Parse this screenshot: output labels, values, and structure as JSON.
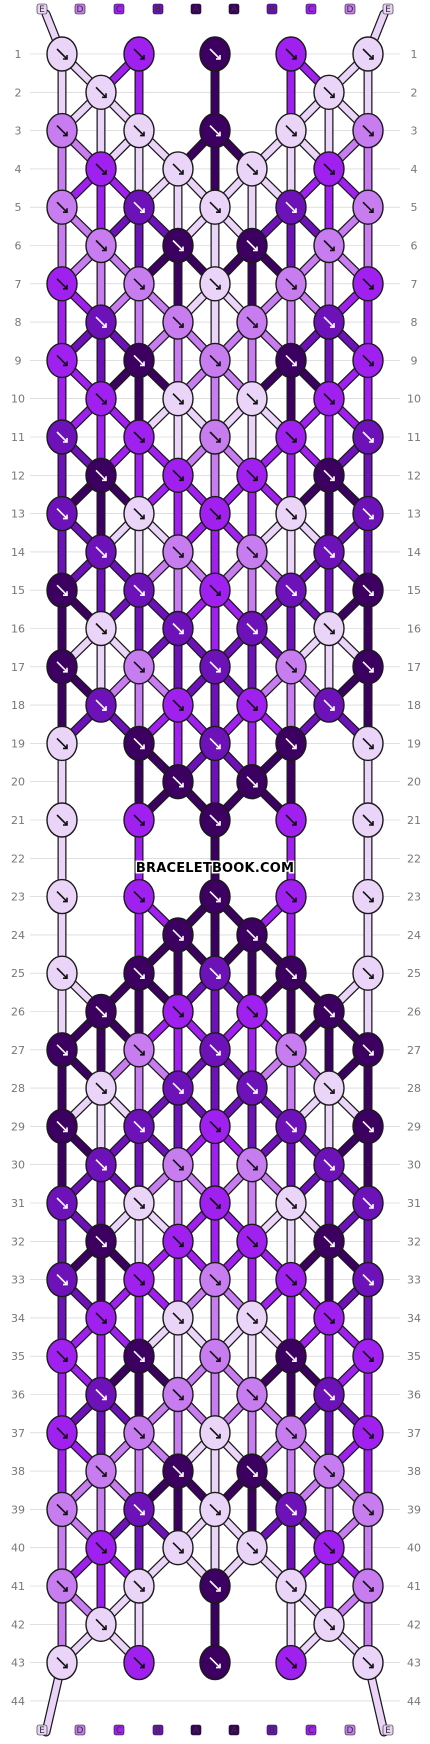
{
  "watermark": "BRACELETBOOK.COM",
  "rows": [
    "1",
    "2",
    "3",
    "4",
    "5",
    "6",
    "7",
    "8",
    "9",
    "10",
    "11",
    "12",
    "13",
    "14",
    "15",
    "16",
    "17",
    "18",
    "19",
    "20",
    "21",
    "22",
    "23",
    "24",
    "25",
    "26",
    "27",
    "28",
    "29",
    "30",
    "31",
    "32",
    "33",
    "34",
    "35",
    "36",
    "37",
    "38",
    "39",
    "40",
    "41",
    "42",
    "43",
    "44"
  ],
  "strands": [
    "E",
    "D",
    "C",
    "B",
    "A",
    "A",
    "B",
    "C",
    "D",
    "E"
  ],
  "colors": {
    "A": "#3b0060",
    "B": "#6d12b8",
    "C": "#a020f0",
    "D": "#c77cf0",
    "E": "#ead4f8",
    "outline": "#1a1a1a",
    "guide": "#cccccc"
  }
}
